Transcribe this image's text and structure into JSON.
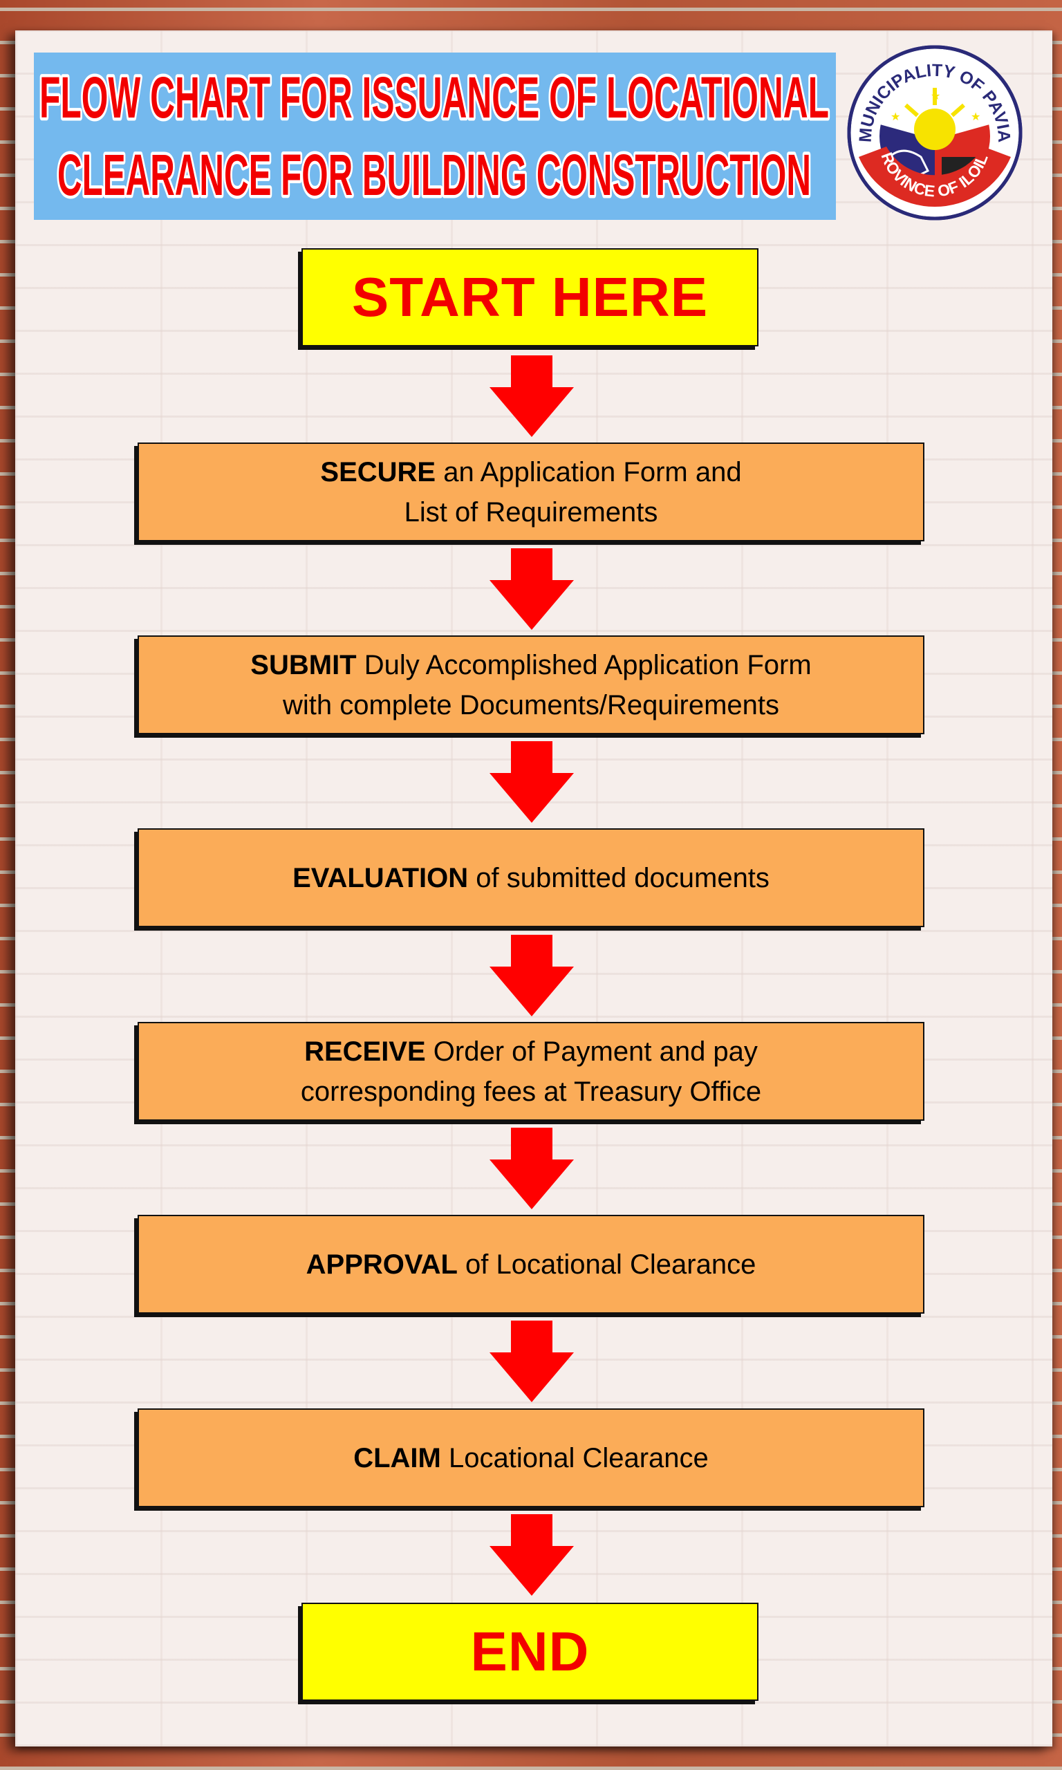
{
  "title": {
    "line1": "FLOW CHART FOR ISSUANCE OF LOCATIONAL",
    "line2": "CLEARANCE FOR BUILDING CONSTRUCTION"
  },
  "logo": {
    "top_text": "MUNICIPALITY OF PAVIA",
    "bottom_text": "PROVINCE OF ILOILO"
  },
  "flow": {
    "start": "START HERE",
    "end": "END",
    "steps": [
      {
        "keyword": "SECURE",
        "rest": " an Application Form and",
        "line2": "List of Requirements"
      },
      {
        "keyword": "SUBMIT",
        "rest": " Duly Accomplished Application Form",
        "line2": "with complete Documents/Requirements"
      },
      {
        "keyword": "EVALUATION",
        "rest": " of submitted documents",
        "line2": ""
      },
      {
        "keyword": "RECEIVE",
        "rest": " Order of Payment and pay",
        "line2": "corresponding fees at Treasury Office"
      },
      {
        "keyword": "APPROVAL",
        "rest": " of Locational Clearance",
        "line2": ""
      },
      {
        "keyword": "CLAIM",
        "rest": " Locational Clearance",
        "line2": ""
      }
    ]
  },
  "colors": {
    "terminal": "#ffff00",
    "step": "#fbac58",
    "arrow": "#ff0000",
    "banner": "#74b9ee",
    "title": "#f20000"
  }
}
